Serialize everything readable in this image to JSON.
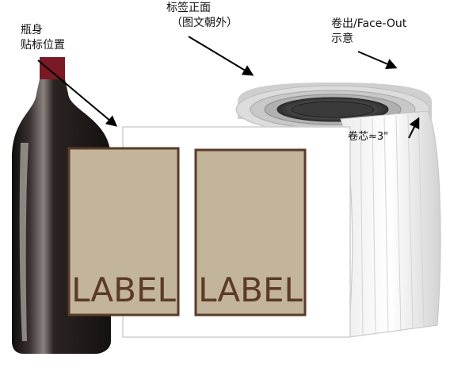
{
  "labels": {
    "bottle_position": [
      "瓶身",
      "贴标位置"
    ],
    "label_front": [
      "标签正面",
      "（图文朝外）"
    ],
    "wind_direction": [
      "卷出/Face-Out",
      "示意"
    ],
    "core_size": "卷芯≈3\"",
    "label_1_text": "LABEL",
    "label_2_text": "LABEL"
  },
  "colors": {
    "bottle": "#231d1b",
    "capsule": "#7a1a24",
    "label_fill": "#c2b59b",
    "label_border": "#5b3a29",
    "roll_gray": "#d9d9d9",
    "core_dark": "#4a4a4a"
  }
}
